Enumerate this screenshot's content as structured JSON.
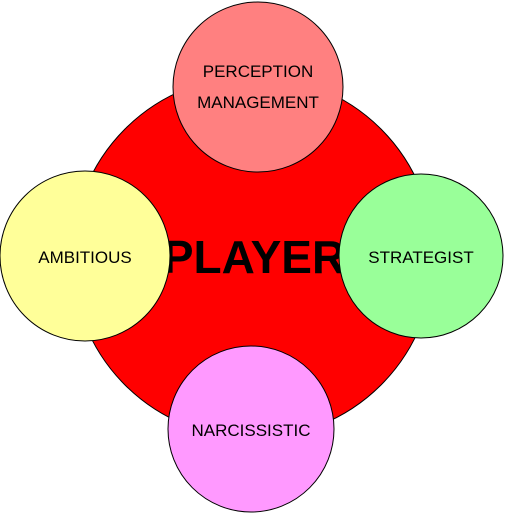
{
  "diagram": {
    "center": {
      "label": "PLAYER",
      "color": "#FF0000"
    },
    "nodes": [
      {
        "id": "perception-management",
        "lines": [
          "PERCEPTION",
          "MANAGEMENT"
        ],
        "color": "#FF8080",
        "position": "top"
      },
      {
        "id": "ambitious",
        "lines": [
          "AMBITIOUS"
        ],
        "color": "#FFFF99",
        "position": "left"
      },
      {
        "id": "strategist",
        "lines": [
          "STRATEGIST"
        ],
        "color": "#99FF99",
        "position": "right"
      },
      {
        "id": "narcissistic",
        "lines": [
          "NARCISSISTIC"
        ],
        "color": "#FF99FF",
        "position": "bottom"
      }
    ],
    "stroke_color": "#000000"
  }
}
